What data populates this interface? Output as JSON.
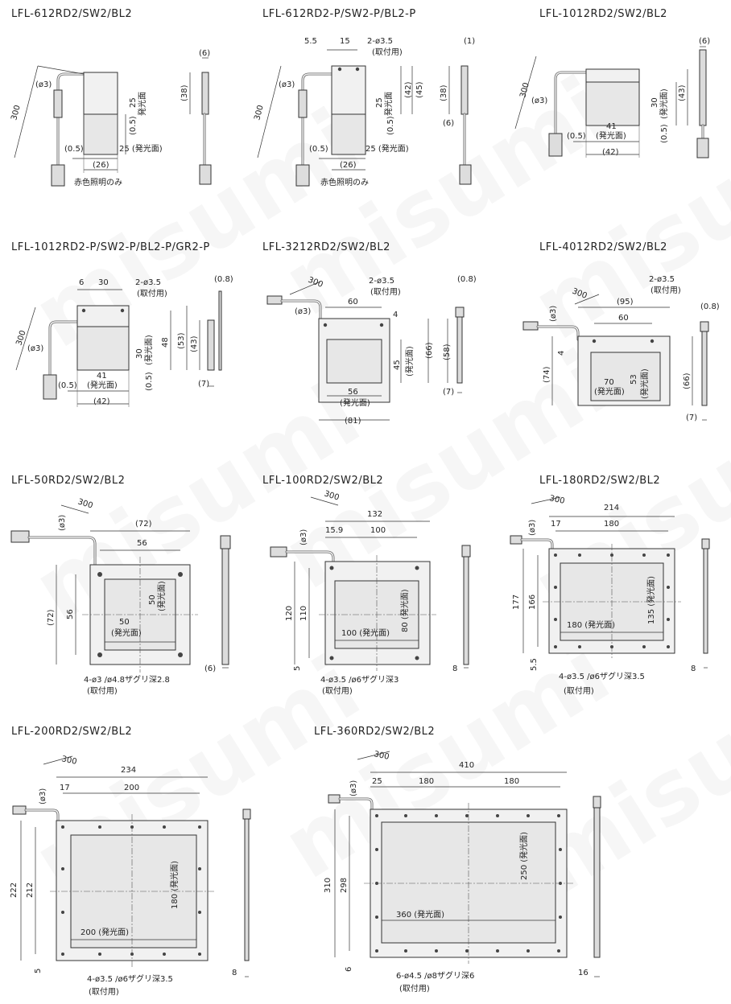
{
  "watermark": "misumi",
  "panels": {
    "p1": {
      "title": "LFL-612RD2/SW2/BL2",
      "d": [
        "300",
        "(ø3)",
        "25",
        "発光面",
        "(38)",
        "(6)",
        "(0.5)",
        "(0.5)",
        "25 (発光面)",
        "(26)",
        "赤色照明のみ"
      ]
    },
    "p2": {
      "title": "LFL-612RD2-P/SW2-P/BL2-P",
      "d": [
        "5.5",
        "15",
        "2-ø3.5",
        "(取付用)",
        "(1)",
        "(ø3)",
        "300",
        "25",
        "発光面",
        "(42)",
        "(45)",
        "(38)",
        "(6)",
        "(0.5)",
        "(0.5)",
        "25 (発光面)",
        "(26)",
        "赤色照明のみ"
      ]
    },
    "p3": {
      "title": "LFL-1012RD2/SW2/BL2",
      "d": [
        "(6)",
        "300",
        "(ø3)",
        "30",
        "(発光面)",
        "(43)",
        "41",
        "(発光面)",
        "(0.5)",
        "(0.5)",
        "(42)"
      ]
    },
    "p4": {
      "title": "LFL-1012RD2-P/SW2-P/BL2-P/GR2-P",
      "d": [
        "6",
        "30",
        "2-ø3.5",
        "(取付用)",
        "(0.8)",
        "300",
        "(ø3)",
        "30",
        "(発光面)",
        "48",
        "(53)",
        "(43)",
        "41",
        "(発光面)",
        "(0.5)",
        "(0.5)",
        "(42)",
        "(7)"
      ]
    },
    "p5": {
      "title": "LFL-3212RD2/SW2/BL2",
      "d": [
        "300",
        "2-ø3.5",
        "(取付用)",
        "(0.8)",
        "(ø3)",
        "60",
        "4",
        "45",
        "(発光面)",
        "(66)",
        "(58)",
        "56",
        "(発光面)",
        "(81)",
        "(7)"
      ]
    },
    "p6": {
      "title": "LFL-4012RD2/SW2/BL2",
      "d": [
        "300",
        "2-ø3.5",
        "(取付用)",
        "(95)",
        "(ø3)",
        "60",
        "(0.8)",
        "4",
        "(74)",
        "70",
        "(発光面)",
        "53",
        "(発光面)",
        "(66)",
        "(7)"
      ]
    },
    "p7": {
      "title": "LFL-50RD2/SW2/BL2",
      "d": [
        "300",
        "(ø3)",
        "(72)",
        "56",
        "50",
        "(発光面)",
        "(72)",
        "56",
        "50",
        "(発光面)",
        "4-ø3 /ø4.8ザグリ深2.8",
        "(取付用)",
        "(6)"
      ]
    },
    "p8": {
      "title": "LFL-100RD2/SW2/BL2",
      "d": [
        "300",
        "132",
        "(ø3)",
        "15.9",
        "100",
        "120",
        "110",
        "80 (発光面)",
        "100 (発光面)",
        "5",
        "4-ø3.5 /ø6ザグリ深3",
        "(取付用)",
        "8"
      ]
    },
    "p9": {
      "title": "LFL-180RD2/SW2/BL2",
      "d": [
        "300",
        "214",
        "(ø3)",
        "17",
        "180",
        "177",
        "166",
        "135 (発光面)",
        "180 (発光面)",
        "5.5",
        "4-ø3.5 /ø6ザグリ深3.5",
        "(取付用)",
        "8"
      ]
    },
    "p10": {
      "title": "LFL-200RD2/SW2/BL2",
      "d": [
        "300",
        "234",
        "(ø3)",
        "17",
        "200",
        "222",
        "212",
        "180 (発光面)",
        "200 (発光面)",
        "5",
        "4-ø3.5 /ø6ザグリ深3.5",
        "(取付用)",
        "8"
      ]
    },
    "p11": {
      "title": "LFL-360RD2/SW2/BL2",
      "d": [
        "300",
        "410",
        "(ø3)",
        "25",
        "180",
        "180",
        "310",
        "298",
        "250 (発光面)",
        "360 (発光面)",
        "6",
        "6-ø4.5 /ø8ザグリ深6",
        "(取付用)",
        "16"
      ]
    }
  }
}
